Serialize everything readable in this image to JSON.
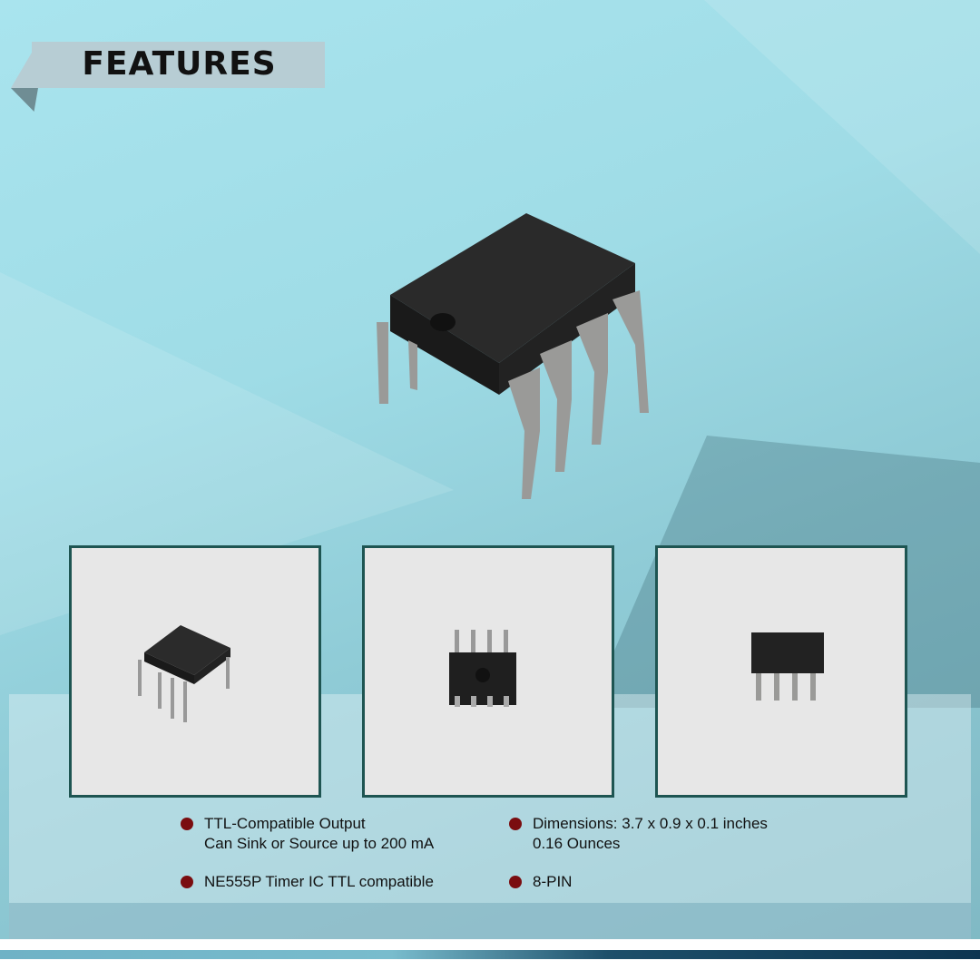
{
  "header": {
    "title": "FEATURES"
  },
  "features": [
    {
      "line1": "TTL-Compatible Output",
      "line2": "Can Sink or Source up to 200 mA"
    },
    {
      "line1": "Dimensions: 3.7 x 0.9 x 0.1 inches",
      "line2": "0.16 Ounces"
    },
    {
      "line1": "NE555P Timer IC TTL compatible"
    },
    {
      "line1": "8-PIN"
    }
  ],
  "colors": {
    "bullet": "#7a0d10",
    "thumb_border": "#1e5552",
    "background": "#a9e4ee"
  },
  "images": [
    "ic-chip-angled",
    "ic-chip-top",
    "ic-chip-front"
  ]
}
